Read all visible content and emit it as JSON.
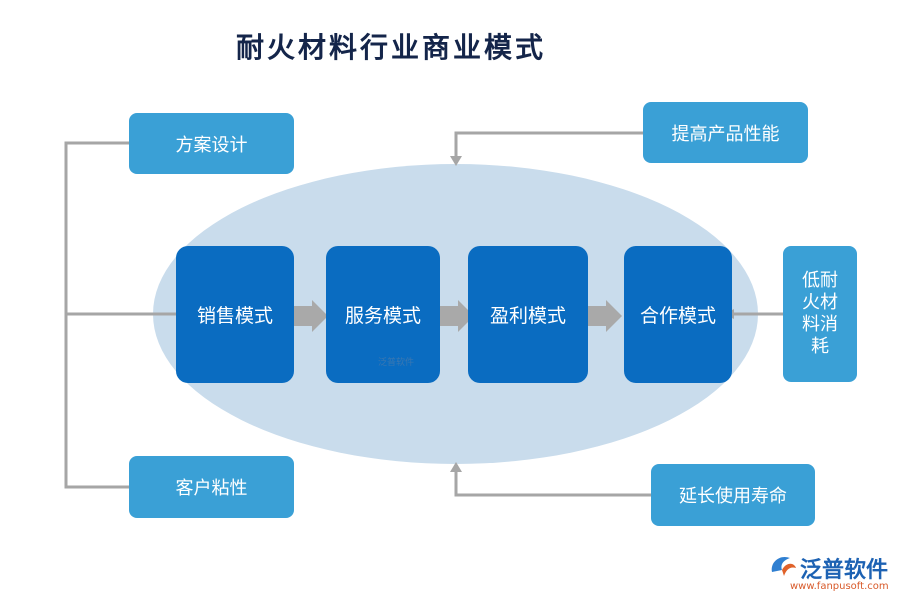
{
  "title": "耐火材料行业商业模式",
  "left_boxes": [
    "方案设计",
    "客户粘性"
  ],
  "top_right_box": "提高产品性能",
  "bottom_right_box": "延长使用寿命",
  "right_vertical_box": [
    "低耐",
    "火材",
    "料消",
    "耗"
  ],
  "core_boxes": [
    "销售模式",
    "服务模式",
    "盈利模式",
    "合作模式"
  ],
  "watermark": "泛普软件",
  "logo": {
    "name": "泛普软件",
    "url": "www.fanpusoft.com"
  },
  "colors": {
    "side_box": "#3aa0d6",
    "core_box": "#0a6cc1",
    "ellipse": "#c9dcec",
    "connector": "#9e9e9e",
    "title": "#14254a"
  }
}
